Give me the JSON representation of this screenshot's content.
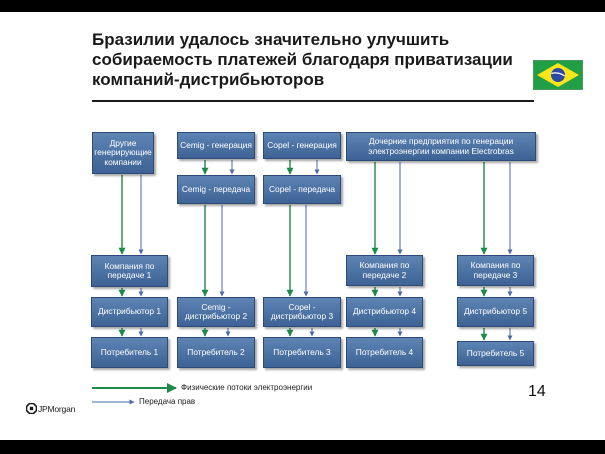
{
  "title": "Бразилии удалось значительно улучшить собираемость платежей благодаря приватизации компаний-дистрибьюторов",
  "flag_icon": "brazil-flag-icon",
  "colors": {
    "box": "#4a70a3",
    "physical_flow": "#1e8a4a",
    "rights_flow": "#4a6aa8"
  },
  "boxes": {
    "other_gen": "Другие генерирующие компании",
    "cemig_gen": "Cemig - генерация",
    "copel_gen": "Copel - генерация",
    "electrobras": "Дочерние предприятия по генерации электроэнергии компании Electrobras",
    "cemig_trans": "Cemig - передача",
    "copel_trans": "Copel - передача",
    "trans1": "Компания по передаче 1",
    "trans2": "Компания по передаче 2",
    "trans3": "Компания по передаче 3",
    "dist1": "Дистрибьютор 1",
    "cemig_dist": "Cemig - дистрибьютор 2",
    "copel_dist": "Copel - дистрибьютор 3",
    "dist4": "Дистрибьютор 4",
    "dist5": "Дистрибьютор 5",
    "cons1": "Потребитель 1",
    "cons2": "Потребитель 2",
    "cons3": "Потребитель 3",
    "cons4": "Потребитель 4",
    "cons5": "Потребитель 5"
  },
  "legend": {
    "physical": "Физические потоки электроэнергии",
    "rights": "Передача прав"
  },
  "page_number": "14",
  "logo": "JPMorgan"
}
